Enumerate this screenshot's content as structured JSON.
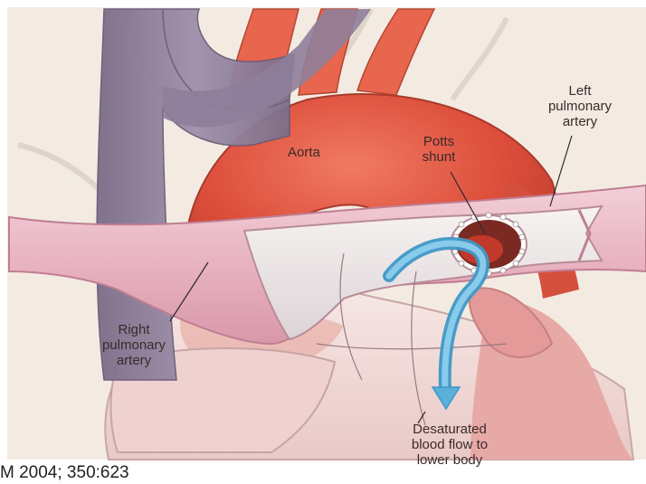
{
  "labels": {
    "left_pulmonary_artery": "Left\npulmonary\nartery",
    "aorta": "Aorta",
    "potts_shunt": "Potts\nshunt",
    "right_pulmonary_artery": "Right\npulmonary\nartery",
    "desaturated_flow": "Desaturated\nblood flow to\nlower body"
  },
  "citation": "M 2004; 350:623",
  "colors": {
    "background": "#f3ebe2",
    "aorta": "#e0553f",
    "pulmonary_artery": "#eab8c4",
    "vena_cava": "#8e7e9a",
    "flow_arrow": "#5ab0d8",
    "label_text": "#3a2a2a"
  }
}
